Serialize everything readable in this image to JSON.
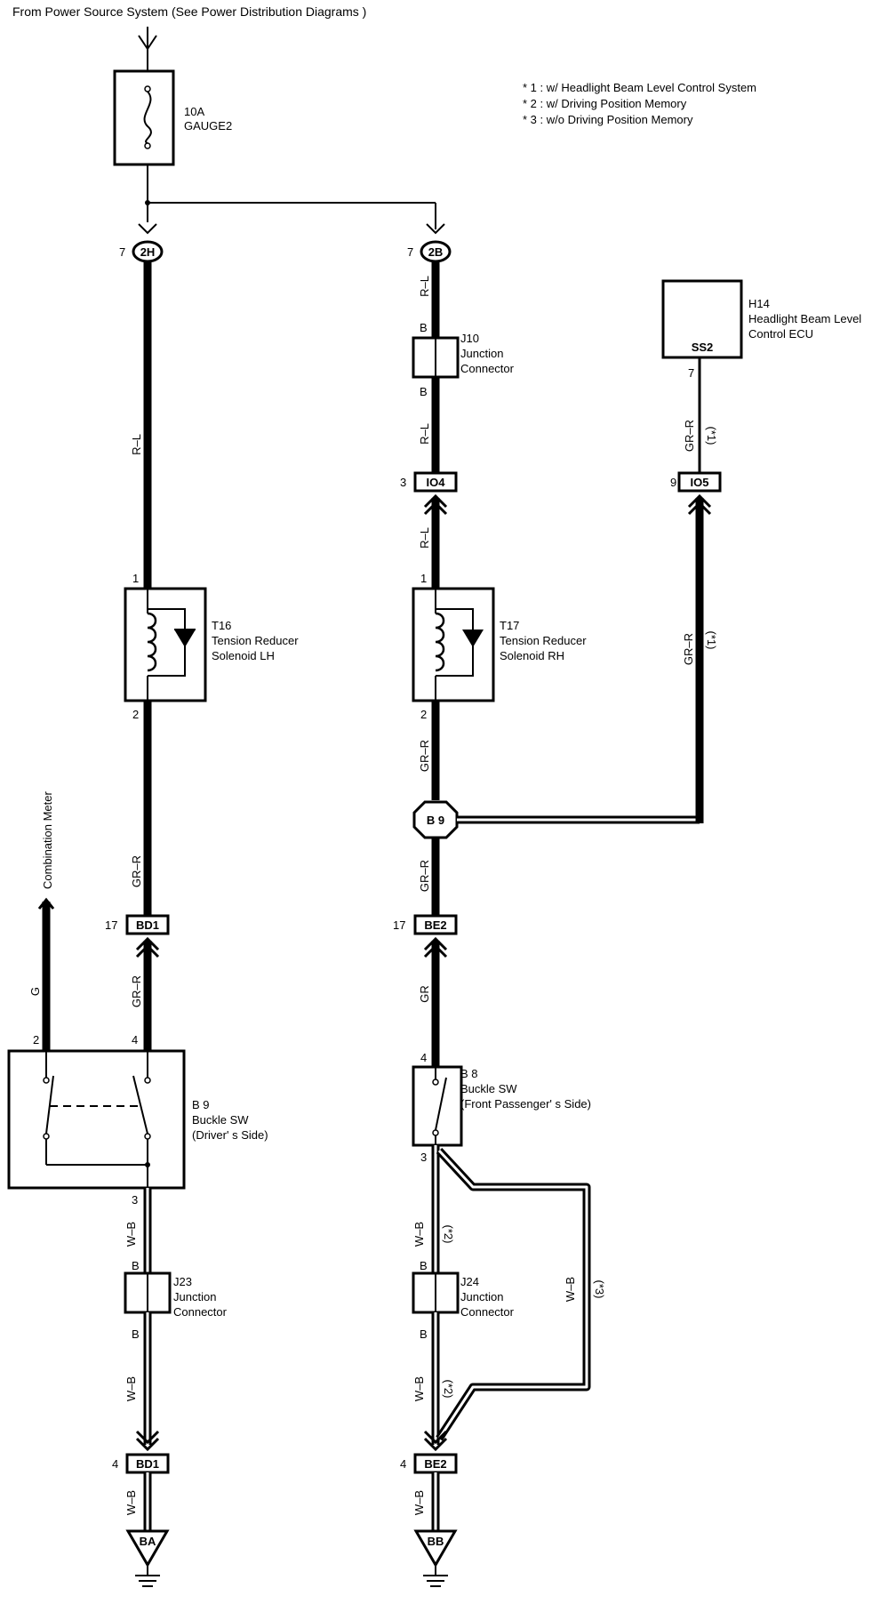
{
  "source_label": "From Power Source System (See Power Distribution Diagrams )",
  "notes": [
    "* 1 : w/ Headlight Beam Level Control System",
    "* 2 : w/ Driving Position Memory",
    "* 3 : w/o Driving Position Memory"
  ],
  "fuse": {
    "rating": "10A",
    "name": "GAUGE2"
  },
  "connectors": {
    "c2h": {
      "id": "2H",
      "pin": "7"
    },
    "c2b": {
      "id": "2B",
      "pin": "7"
    },
    "io4": {
      "id": "IO4",
      "pin": "3"
    },
    "io5": {
      "id": "IO5",
      "pin": "9"
    },
    "bd1_top": {
      "id": "BD1",
      "pin": "17"
    },
    "be2_top": {
      "id": "BE2",
      "pin": "17"
    },
    "bd1_bot": {
      "id": "BD1",
      "pin": "4"
    },
    "be2_bot": {
      "id": "BE2",
      "pin": "4"
    },
    "b9_junction": {
      "id": "B 9"
    }
  },
  "components": {
    "h14": {
      "code": "H14",
      "name_line1": "Headlight Beam Level",
      "name_line2": "Control ECU",
      "terminal": "SS2",
      "pin": "7"
    },
    "j10": {
      "code": "J10",
      "name_line1": "Junction",
      "name_line2": "Connector",
      "pin_top": "B",
      "pin_bottom": "B"
    },
    "t16": {
      "code": "T16",
      "name_line1": "Tension Reducer",
      "name_line2": "Solenoid LH",
      "pin_top": "1",
      "pin_bottom": "2"
    },
    "t17": {
      "code": "T17",
      "name_line1": "Tension Reducer",
      "name_line2": "Solenoid RH",
      "pin_top": "1",
      "pin_bottom": "2"
    },
    "b9": {
      "code": "B 9",
      "name_line1": "Buckle SW",
      "name_line2": "(Driver' s Side)",
      "pin_left": "2",
      "pin_right": "4",
      "pin_bottom": "3"
    },
    "b8": {
      "code": "B 8",
      "name_line1": "Buckle SW",
      "name_line2": "(Front Passenger' s Side)",
      "pin_top": "4",
      "pin_bottom": "3"
    },
    "j23": {
      "code": "J23",
      "name_line1": "Junction",
      "name_line2": "Connector",
      "pin_top": "B",
      "pin_bottom": "B"
    },
    "j24": {
      "code": "J24",
      "name_line1": "Junction",
      "name_line2": "Connector",
      "pin_top": "B",
      "pin_bottom": "B"
    },
    "combination_meter": {
      "label": "Combination Meter"
    }
  },
  "grounds": {
    "ba": "BA",
    "bb": "BB"
  },
  "wires": {
    "rl_left": "R–L",
    "rl_right1": "R–L",
    "rl_right2": "R–L",
    "rl_right3": "R–L",
    "grr_h14": "GR–R",
    "grr_h14_note": "(*1)",
    "grr_long": "GR–R",
    "grr_long_note": "(*1)",
    "grr_t17_b9": "GR–R",
    "grr_b9_be2": "GR–R",
    "grr_t16_bd1": "GR–R",
    "grr_bd1_b9": "GR–R",
    "gr_be2_b8": "GR",
    "g_meter": "G",
    "wb_left1": "W–B",
    "wb_left2": "W–B",
    "wb_left3": "W–B",
    "wb_right1": "W–B",
    "wb_right1_note": "(*2)",
    "wb_right2": "W–B",
    "wb_right2_note": "(*2)",
    "wb_right3": "W–B",
    "wb_bypass": "W–B",
    "wb_bypass_note": "(*3)"
  },
  "colors": {
    "line": "#000000",
    "background": "#ffffff"
  }
}
